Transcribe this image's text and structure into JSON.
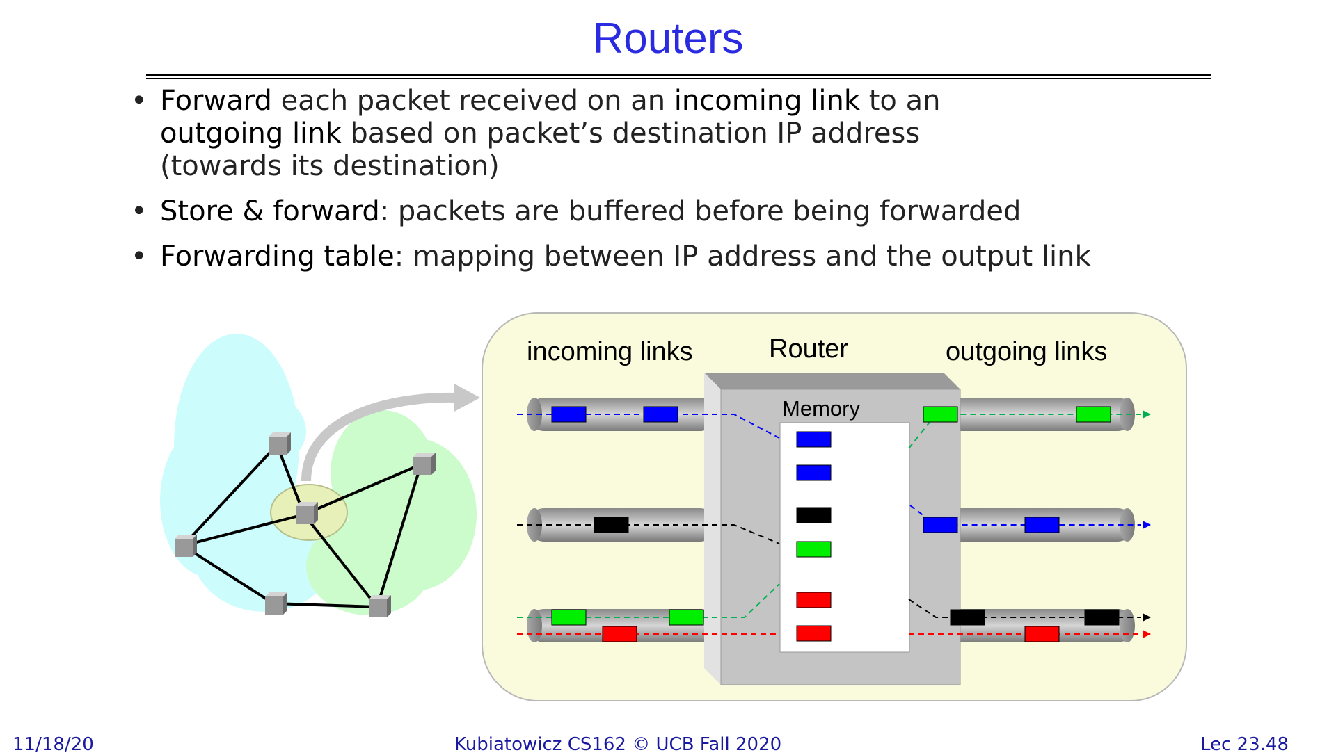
{
  "slide": {
    "title": "Routers",
    "bullets": [
      {
        "term1": "Forward",
        "text1": " each packet received on an ",
        "term2": "incoming link",
        "text2": " to an",
        "term3": "outgoing link",
        "text3": " based on packet’s destination IP address",
        "text4": "(towards its destination)"
      },
      {
        "term": "Store & forward",
        "text": ": packets are buffered before being forwarded"
      },
      {
        "term": "Forwarding table",
        "text": ": mapping between IP address and the output link"
      }
    ]
  },
  "diagram": {
    "incoming_label": "incoming links",
    "router_label": "Router",
    "outgoing_label": "outgoing links",
    "memory_label": "Memory",
    "colors": {
      "background": "#fafadc",
      "cloud_left": "#ccfcfc",
      "cloud_right": "#ccfccc",
      "packet_blue": "#0000ff",
      "packet_black": "#000000",
      "packet_green": "#00ee00",
      "packet_red": "#ff0000",
      "router_body": "#c4c4c4"
    }
  },
  "footer": {
    "date": "11/18/20",
    "course": "Kubiatowicz CS162 © UCB Fall 2020",
    "lecture": "Lec 23.48"
  }
}
